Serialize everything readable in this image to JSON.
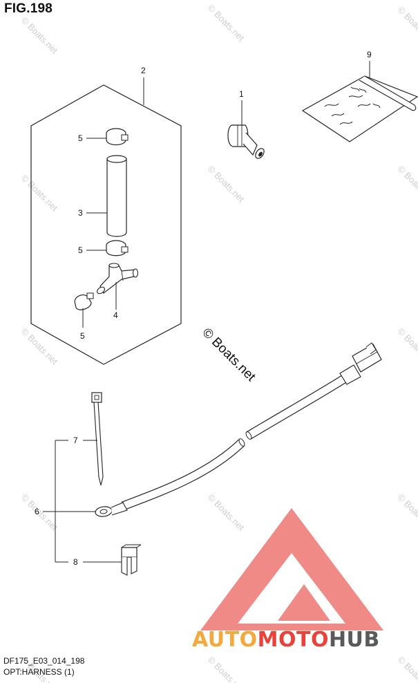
{
  "figure": {
    "title": "FIG.198",
    "code": "DF175_E03_014_198",
    "name": "OPT:HARNESS (1)"
  },
  "callouts": [
    "1",
    "2",
    "3",
    "4",
    "5",
    "5",
    "5",
    "6",
    "7",
    "8",
    "9"
  ],
  "watermark": {
    "text": "© Boats.net",
    "center_text": "© Boats.net"
  },
  "brand": {
    "word1": "AUTO",
    "word2": "MOTO",
    "word3": "HUB",
    "colors": {
      "logo": "#f08a86",
      "auto": "#f4a93c",
      "moto": "#e8423a",
      "hub": "#5a5a5a"
    }
  },
  "icons": [
    "grommet-icon",
    "clamp-icon",
    "hose-icon",
    "tee-joint-icon",
    "cable-tie-icon",
    "fuse-icon",
    "bag-icon",
    "harness-connector-icon",
    "ring-terminal-icon",
    "logo-triangle-icon"
  ]
}
